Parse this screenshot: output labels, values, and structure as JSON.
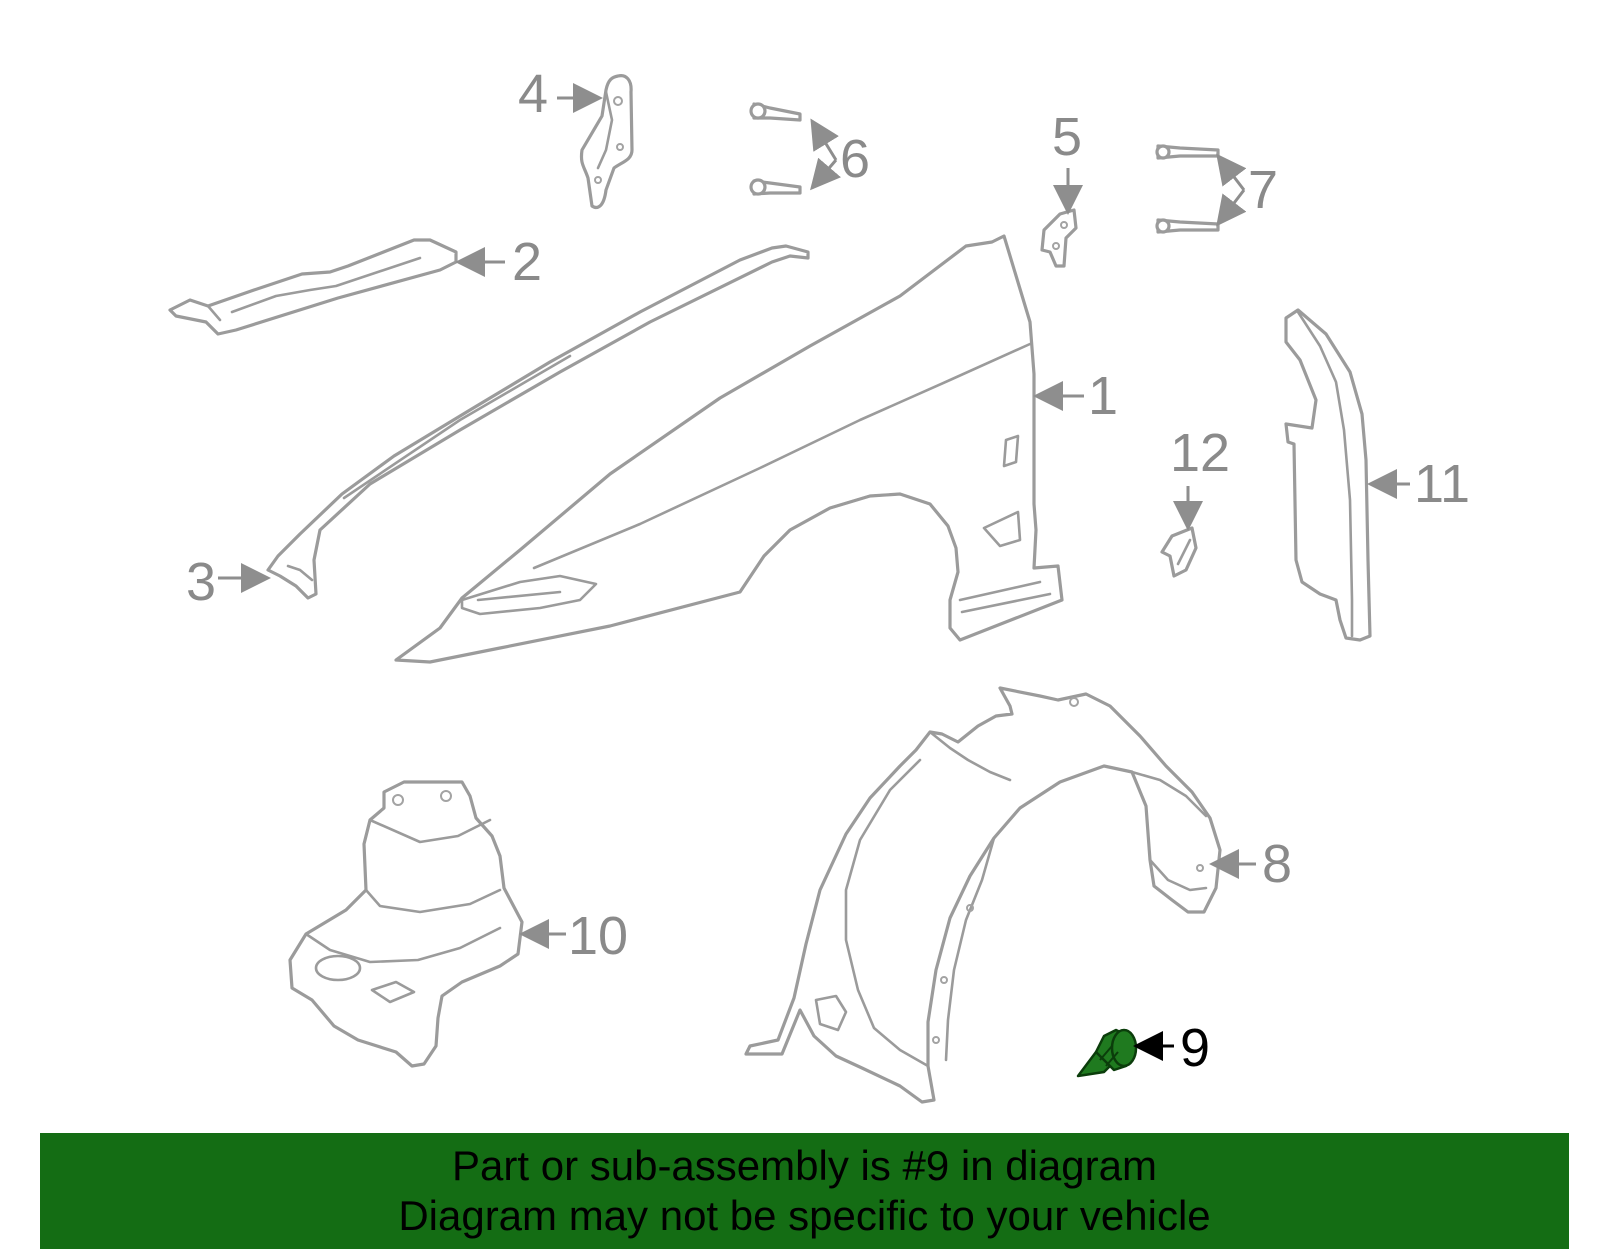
{
  "callouts": {
    "c1": "1",
    "c2": "2",
    "c3": "3",
    "c4": "4",
    "c5": "5",
    "c6": "6",
    "c7": "7",
    "c8": "8",
    "c9": "9",
    "c10": "10",
    "c11": "11",
    "c12": "12"
  },
  "highlighted_part": "9",
  "colors": {
    "highlight": "#1f7a1f",
    "banner": "#146d14",
    "outline": "#9b9b9b"
  },
  "banner": {
    "line1": "Part or sub-assembly is #9 in diagram",
    "line2": "Diagram may not be specific to your vehicle"
  }
}
